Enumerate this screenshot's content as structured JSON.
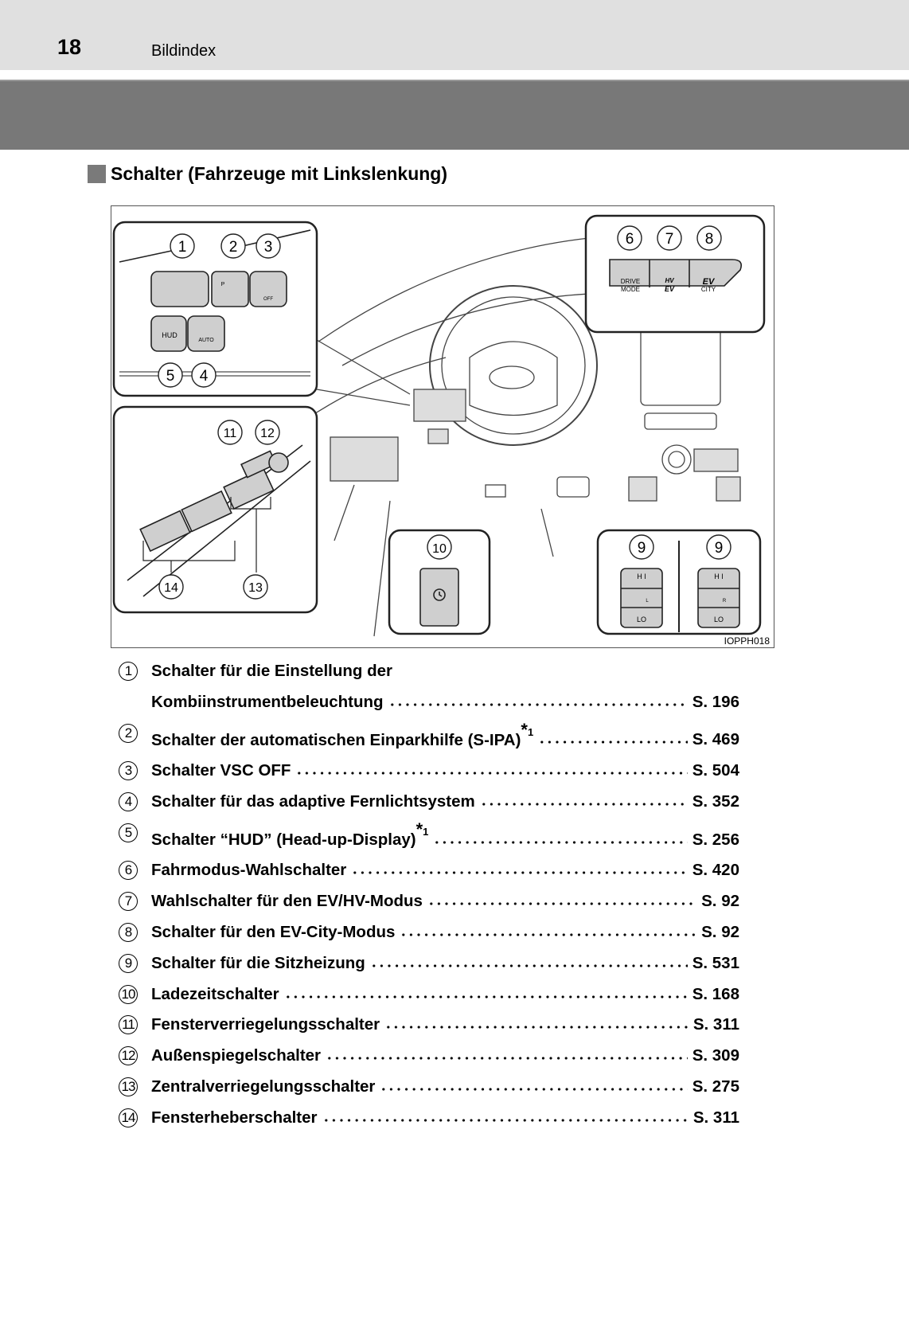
{
  "header": {
    "page_number": "18",
    "title": "Bildindex"
  },
  "section": {
    "title": "Schalter (Fahrzeuge mit Linkslenkung)"
  },
  "figure": {
    "code": "IOPPH018",
    "callouts": [
      "1",
      "2",
      "3",
      "4",
      "5",
      "6",
      "7",
      "8",
      "9",
      "10",
      "11",
      "12",
      "13",
      "14"
    ],
    "labels": {
      "hud": "HUD",
      "auto": "AUTO",
      "off": "OFF",
      "drive_mode_1": "DRIVE",
      "drive_mode_2": "MODE",
      "hv": "HV",
      "ev": "EV",
      "ev2": "EV",
      "city": "CITY",
      "hi": "H I",
      "lo": "LO",
      "p": "P",
      "l": "L",
      "r": "R"
    }
  },
  "items": [
    {
      "num": "1",
      "line1": "Schalter für die Einstellung der",
      "label": "Kombiinstrumentbeleuchtung",
      "ref": "S. 196"
    },
    {
      "num": "2",
      "label": "Schalter der automatischen Einparkhilfe (S-IPA)",
      "note": "*",
      "note_num": "1",
      "ref": "S. 469"
    },
    {
      "num": "3",
      "label": "Schalter VSC OFF",
      "ref": "S. 504"
    },
    {
      "num": "4",
      "label": "Schalter für das adaptive Fernlichtsystem",
      "ref": "S. 352"
    },
    {
      "num": "5",
      "label": "Schalter “HUD” (Head-up-Display)",
      "note": "*",
      "note_num": "1",
      "ref": "S. 256"
    },
    {
      "num": "6",
      "label": "Fahrmodus-Wahlschalter",
      "ref": "S. 420"
    },
    {
      "num": "7",
      "label": "Wahlschalter für den EV/HV-Modus",
      "ref": "S. 92"
    },
    {
      "num": "8",
      "label": "Schalter für den EV-City-Modus",
      "ref": "S. 92"
    },
    {
      "num": "9",
      "label": "Schalter für die Sitzheizung",
      "ref": "S. 531"
    },
    {
      "num": "10",
      "label": "Ladezeitschalter",
      "ref": "S. 168"
    },
    {
      "num": "11",
      "label": "Fensterverriegelungsschalter",
      "ref": "S. 311"
    },
    {
      "num": "12",
      "label": "Außenspiegelschalter",
      "ref": "S. 309"
    },
    {
      "num": "13",
      "label": "Zentralverriegelungsschalter",
      "ref": "S. 275"
    },
    {
      "num": "14",
      "label": "Fensterheberschalter",
      "ref": "S. 311"
    }
  ]
}
